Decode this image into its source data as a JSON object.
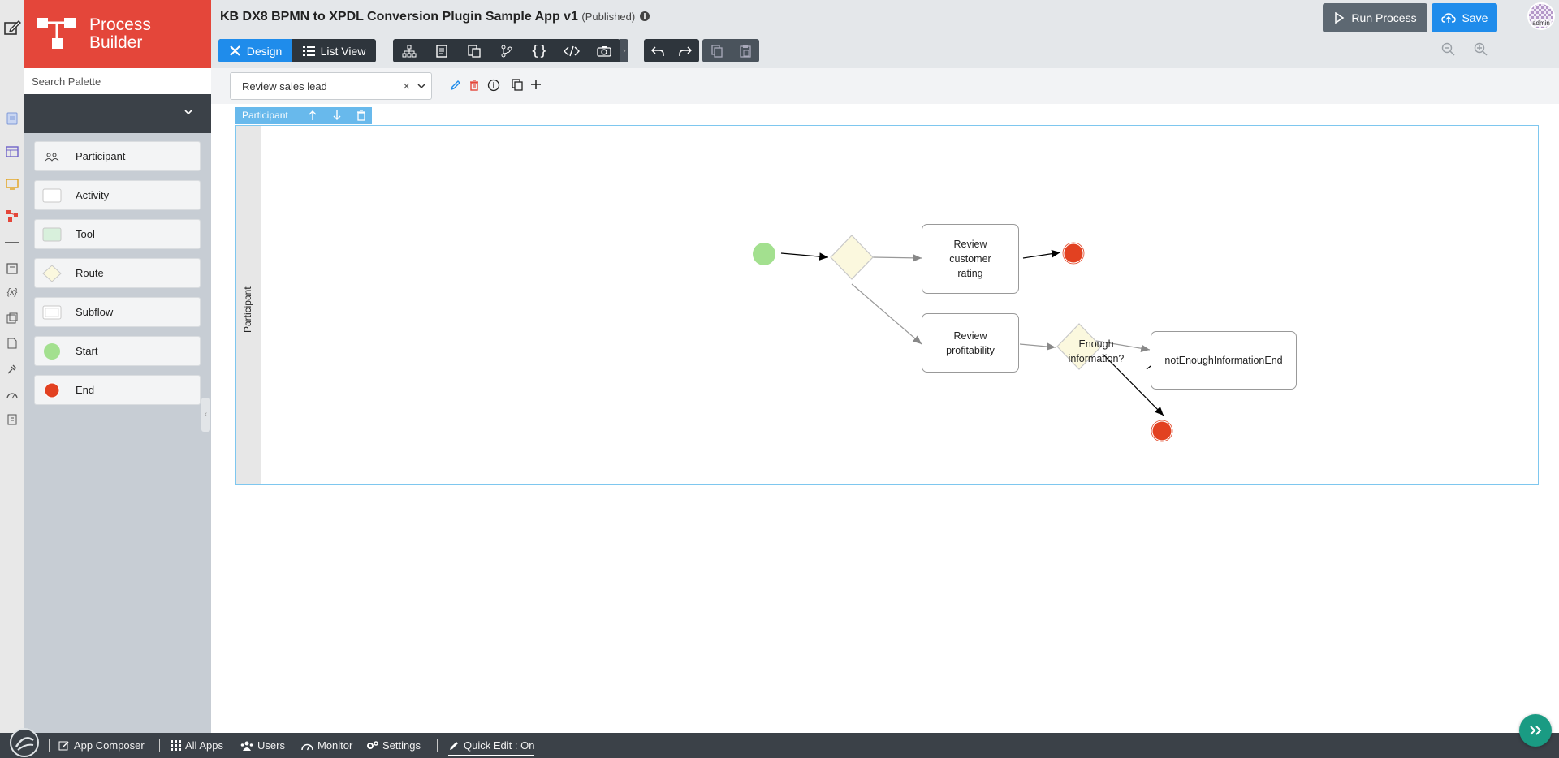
{
  "app": {
    "brand": "Process Builder",
    "title": "KB DX8 BPMN to XPDL Conversion Plugin Sample App v1",
    "status": "(Published)"
  },
  "header": {
    "design_label": "Design",
    "list_view_label": "List View",
    "run_label": "Run Process",
    "save_label": "Save",
    "avatar_text": "admin"
  },
  "palette": {
    "search_placeholder": "Search Palette",
    "items": [
      {
        "label": "Participant",
        "icon": "participant-icon"
      },
      {
        "label": "Activity",
        "icon": "activity-icon"
      },
      {
        "label": "Tool",
        "icon": "tool-icon"
      },
      {
        "label": "Route",
        "icon": "route-icon"
      },
      {
        "label": "Subflow",
        "icon": "subflow-icon"
      },
      {
        "label": "Start",
        "icon": "start-icon"
      },
      {
        "label": "End",
        "icon": "end-icon"
      }
    ]
  },
  "process": {
    "selected": "Review sales lead"
  },
  "lane": {
    "toolbar_label": "Participant",
    "label": "Participant"
  },
  "diagram": {
    "activity_review_rating": "Review customer rating",
    "activity_review_profitability": "Review profitability",
    "route_enough_info": "Enough information?",
    "activity_not_enough": "notEnoughInformationEnd",
    "colors": {
      "start": "#a3e08f",
      "end": "#e24121",
      "route": "#fbf8de"
    }
  },
  "footer": {
    "app_composer": "App Composer",
    "all_apps": "All Apps",
    "users": "Users",
    "monitor": "Monitor",
    "settings": "Settings",
    "quick_edit": "Quick Edit : On"
  },
  "colors": {
    "brand_red": "#e4463a",
    "primary_blue": "#1f8ceb",
    "dark": "#2e353c",
    "lane_border": "#7ec7ef"
  }
}
